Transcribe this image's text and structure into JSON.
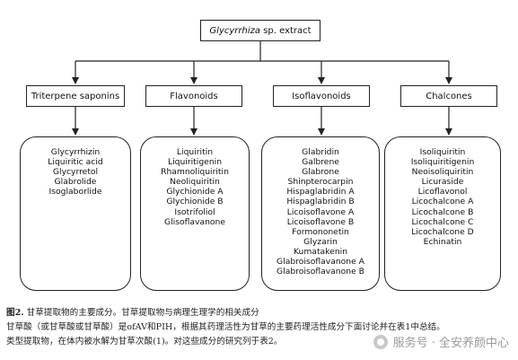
{
  "root": {
    "italic": "Glycyrrhiza",
    "rest": " sp. extract"
  },
  "categories": [
    {
      "label": "Triterpene saponins",
      "items": [
        "Glycyrrhizin",
        "Liquiritic acid",
        "Glycyrretol",
        "Glabrolide",
        "Isoglaborlide"
      ]
    },
    {
      "label": "Flavonoids",
      "items": [
        "Liquiritin",
        "Liquiritigenin",
        "Rhamnoliquiritin",
        "Neoliquiritin",
        "Glychionide A",
        "Glychionide B",
        "Isotrifoliol",
        "Glisoflavanone"
      ]
    },
    {
      "label": "Isoflavonoids",
      "items": [
        "Glabridin",
        "Galbrene",
        "Glabrone",
        "Shinpterocarpin",
        "Hispaglabridin A",
        "Hispaglabridin B",
        "Licoisoflavone A",
        "Licoisoflavone B",
        "Formononetin",
        "Glyzarin",
        "Kumatakenin",
        "Glabroisoflavanone A",
        "Glabroisoflavanone B"
      ]
    },
    {
      "label": "Chalcones",
      "items": [
        "Isoliquiritin",
        "Isoliquiritigenin",
        "Neoisoliquiritin",
        "Licuraside",
        "Licoflavonol",
        "Licochalcone A",
        "Licochalcone B",
        "Licochalcone C",
        "Licochalcone D",
        "Echinatin"
      ]
    }
  ],
  "caption": {
    "label": "图2.",
    "line1": " 甘草提取物的主要成分。甘草提取物与病理生理学的相关成分",
    "line2": "甘草酸（或甘草酸或甘草酸）是ofAV和PIH，根据其药理活性为甘草的主要药理活性成分下面讨论并在表1中总结。",
    "line3": "类型提取物，在体内被水解为甘草次酸(1)。对这些成分的研究列于表2。"
  },
  "watermark": "服务号 · 全安养颜中心"
}
